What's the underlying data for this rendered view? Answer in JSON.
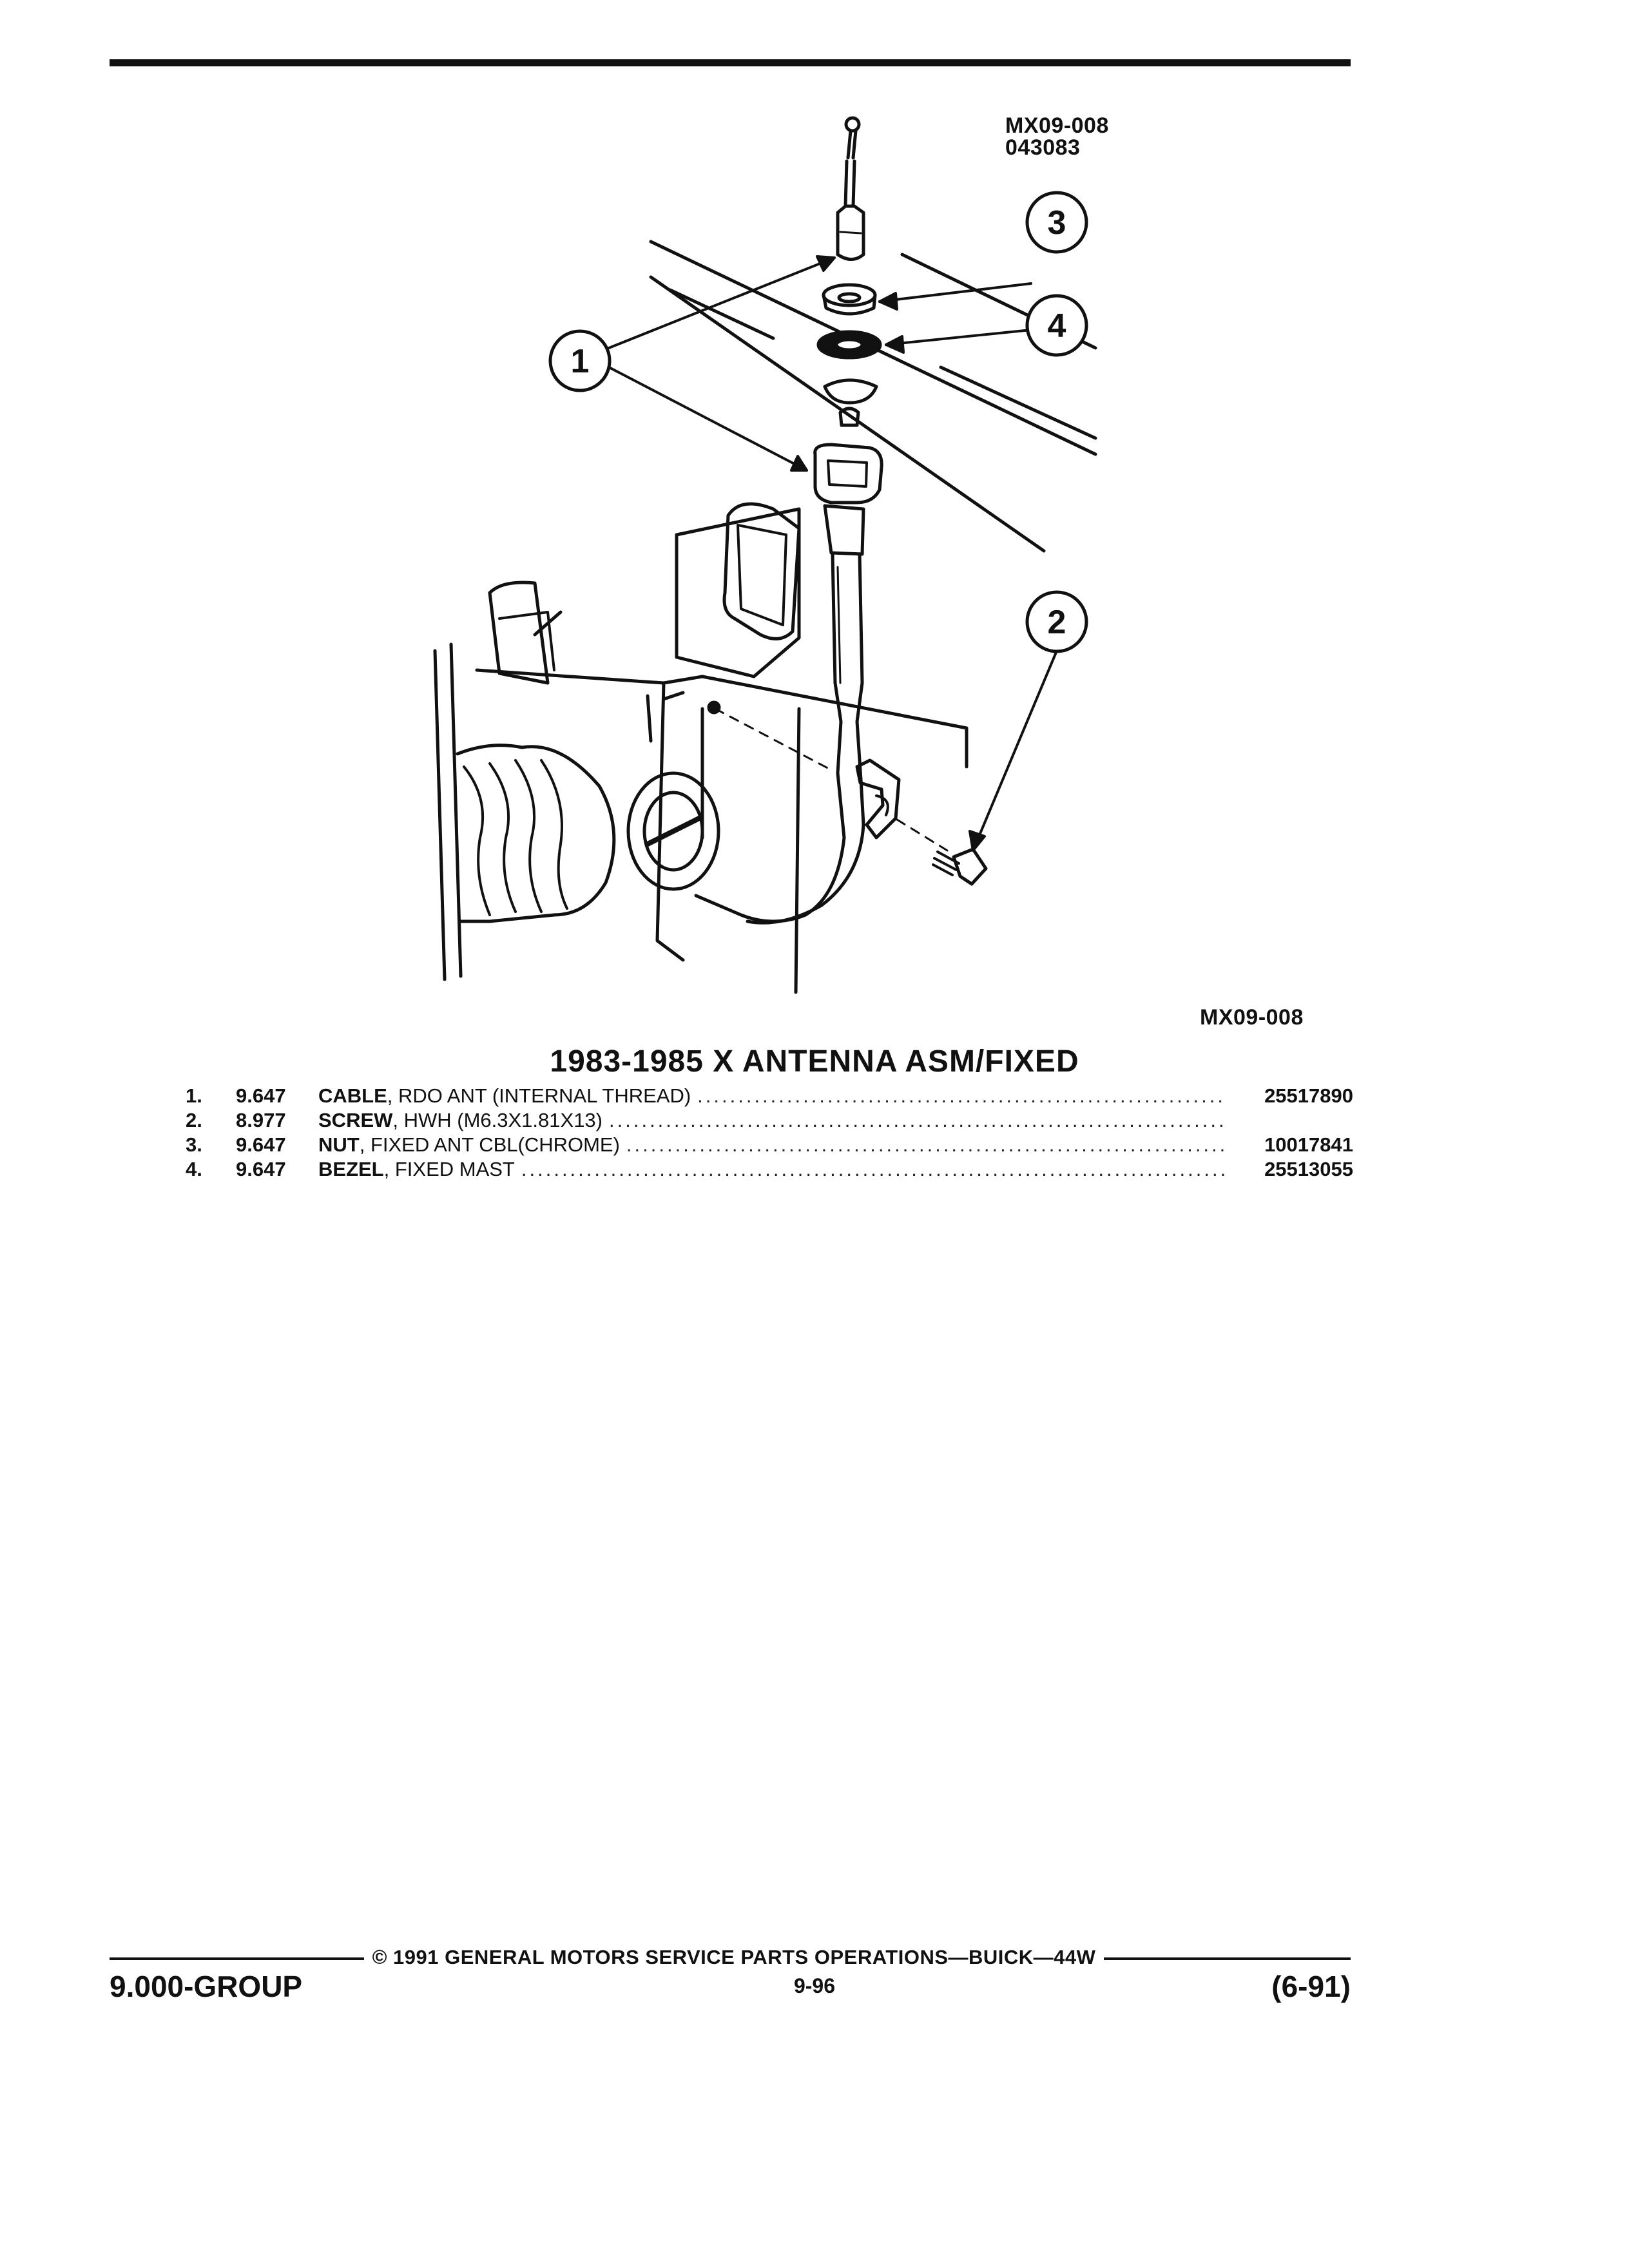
{
  "figure": {
    "code_top": "MX09-008",
    "code_top_sub": "043083",
    "code_bottom": "MX09-008",
    "callouts": [
      "1",
      "2",
      "3",
      "4"
    ]
  },
  "section": {
    "title": "1983-1985 X ANTENNA ASM/FIXED"
  },
  "parts": [
    {
      "num": "1.",
      "code": "9.647",
      "name": "CABLE",
      "desc": ", RDO ANT (INTERNAL THREAD)",
      "part": "25517890"
    },
    {
      "num": "2.",
      "code": "8.977",
      "name": "SCREW",
      "desc": ", HWH (M6.3X1.81X13)",
      "part": ""
    },
    {
      "num": "3.",
      "code": "9.647",
      "name": "NUT",
      "desc": ", FIXED ANT CBL(CHROME)",
      "part": "10017841"
    },
    {
      "num": "4.",
      "code": "9.647",
      "name": "BEZEL",
      "desc": ", FIXED MAST",
      "part": "25513055"
    }
  ],
  "footer": {
    "copyright": "© 1991 GENERAL MOTORS SERVICE PARTS OPERATIONS—BUICK—44W",
    "group": "9.000-GROUP",
    "page": "9-96",
    "date": "(6-91)"
  }
}
